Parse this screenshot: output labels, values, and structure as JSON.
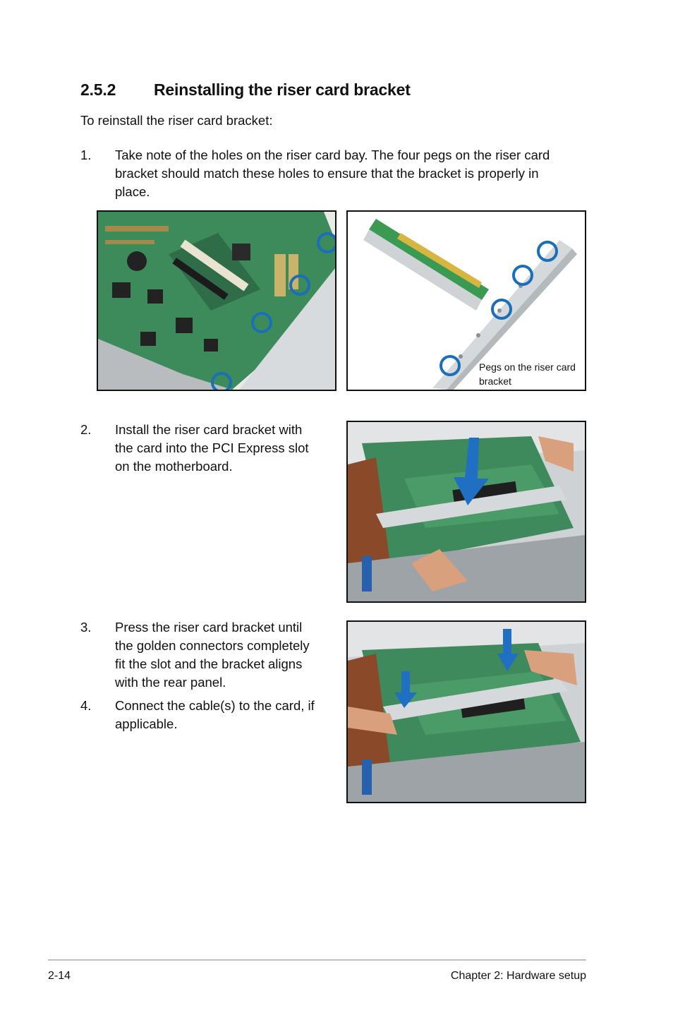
{
  "section": {
    "number": "2.5.2",
    "title": "Reinstalling the riser card bracket"
  },
  "intro": "To reinstall the riser card bracket:",
  "steps": [
    {
      "n": "1.",
      "lines": [
        "Take note of the holes on the riser card bay. The four pegs on the riser card",
        "bracket should match these holes to ensure that the bracket is properly in",
        "place."
      ]
    },
    {
      "n": "2.",
      "lines": [
        "Install the riser card bracket with",
        "the card into the PCI Express slot",
        "on the motherboard."
      ]
    },
    {
      "n": "3.",
      "lines": [
        "Press the riser card bracket until",
        "the golden connectors completely",
        "fit the slot and the bracket aligns",
        "with the rear panel."
      ]
    },
    {
      "n": "4.",
      "lines": [
        "Connect the cable(s) to the card, if",
        "applicable."
      ]
    }
  ],
  "figure_caption": {
    "line1": "Pegs on the riser card",
    "line2": "bracket"
  },
  "colors": {
    "marker": "#1a6fb8",
    "arrow": "#1f6fc2",
    "board": "#3f8a5c"
  },
  "footer": {
    "page": "2-14",
    "chapter": "Chapter 2:  Hardware setup"
  }
}
